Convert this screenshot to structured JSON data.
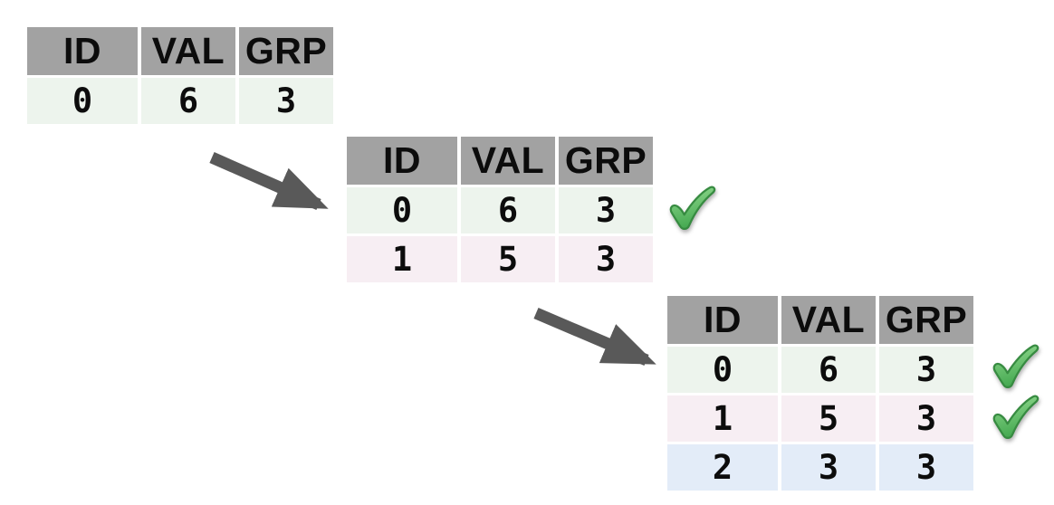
{
  "diagram": {
    "description_colors": {
      "header_bg": "#a2a2a2",
      "row_green": "#edf4ed",
      "row_pink": "#f7eef3",
      "row_blue": "#e3ecf8",
      "arrow": "#595959",
      "check_green_fill": "#55b45f",
      "check_green_stroke": "#378b41",
      "text": "#0c0c0c"
    },
    "icons": {
      "check-icon": "✔",
      "flow-arrow-icon": "↘"
    },
    "columns": [
      "ID",
      "VAL",
      "GRP"
    ],
    "steps": [
      {
        "rows": [
          {
            "cells": [
              "0",
              "6",
              "3"
            ],
            "tone": "green",
            "checked": false
          }
        ]
      },
      {
        "rows": [
          {
            "cells": [
              "0",
              "6",
              "3"
            ],
            "tone": "green",
            "checked": true
          },
          {
            "cells": [
              "1",
              "5",
              "3"
            ],
            "tone": "pink",
            "checked": false
          }
        ]
      },
      {
        "rows": [
          {
            "cells": [
              "0",
              "6",
              "3"
            ],
            "tone": "green",
            "checked": true
          },
          {
            "cells": [
              "1",
              "5",
              "3"
            ],
            "tone": "pink",
            "checked": true
          },
          {
            "cells": [
              "2",
              "3",
              "3"
            ],
            "tone": "blue",
            "checked": false
          }
        ]
      }
    ]
  }
}
